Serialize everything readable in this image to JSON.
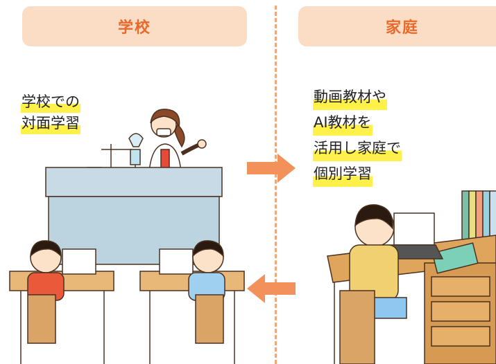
{
  "headers": {
    "school": "学校",
    "home": "家庭"
  },
  "school": {
    "caption_lines": [
      "学校での",
      "対面学習"
    ]
  },
  "home": {
    "caption_lines": [
      "動画教材や",
      "AI教材を",
      "活用し家庭で",
      "個別学習"
    ]
  },
  "colors": {
    "header_bg": "#fbdcc4",
    "header_text": "#e8692a",
    "highlight": "#fff04a",
    "arrow": "#f2915a"
  }
}
